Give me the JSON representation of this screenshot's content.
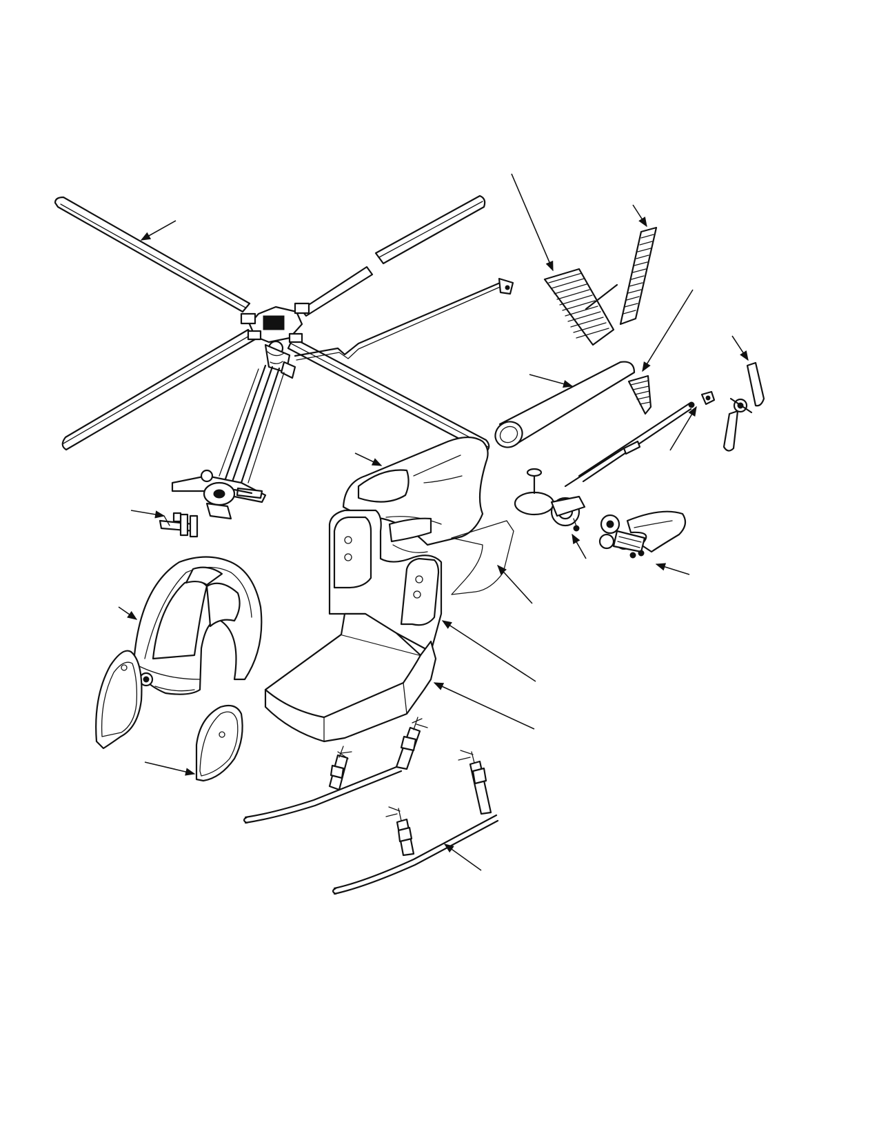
{
  "figure": {
    "kind": "exploded-view line illustration of a light helicopter",
    "callout_text": [],
    "components": [
      "main-rotor-blades",
      "main-rotor-hub",
      "rotor-mast-and-controls",
      "swashplate-linkage",
      "control-rod",
      "tail-boom",
      "horizontal-stabilizer",
      "vertical-stabilizer",
      "lower-tail-fin",
      "tail-rotor-driveshaft",
      "tail-rotor",
      "tail-gearbox",
      "engine-cowling",
      "exhaust",
      "engine-assembly",
      "fuselage-aft-section",
      "fuselage-floor-section",
      "cockpit-canopy",
      "left-door",
      "right-door",
      "left-landing-skid",
      "right-landing-skid"
    ]
  }
}
